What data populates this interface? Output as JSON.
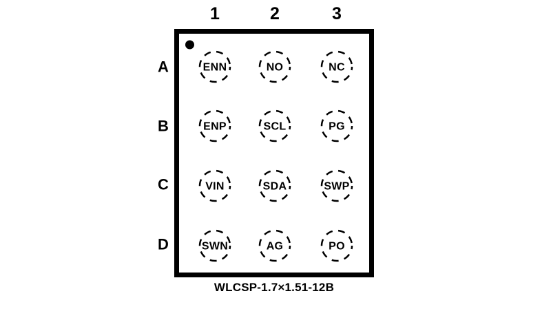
{
  "diagram": {
    "caption": "WLCSP-1.7×1.51-12B",
    "column_headers": [
      "1",
      "2",
      "3"
    ],
    "row_headers": [
      "A",
      "B",
      "C",
      "D"
    ],
    "rows": [
      {
        "row": "A",
        "pins": [
          "ENN",
          "NO",
          "NC"
        ]
      },
      {
        "row": "B",
        "pins": [
          "ENP",
          "SCL",
          "PG"
        ]
      },
      {
        "row": "C",
        "pins": [
          "VIN",
          "SDA",
          "SWP"
        ]
      },
      {
        "row": "D",
        "pins": [
          "SWN",
          "AG",
          "PO"
        ]
      }
    ],
    "pin1_indicator": "filled-dot-top-left",
    "colors": {
      "line": "#000000",
      "background": "#ffffff"
    }
  }
}
